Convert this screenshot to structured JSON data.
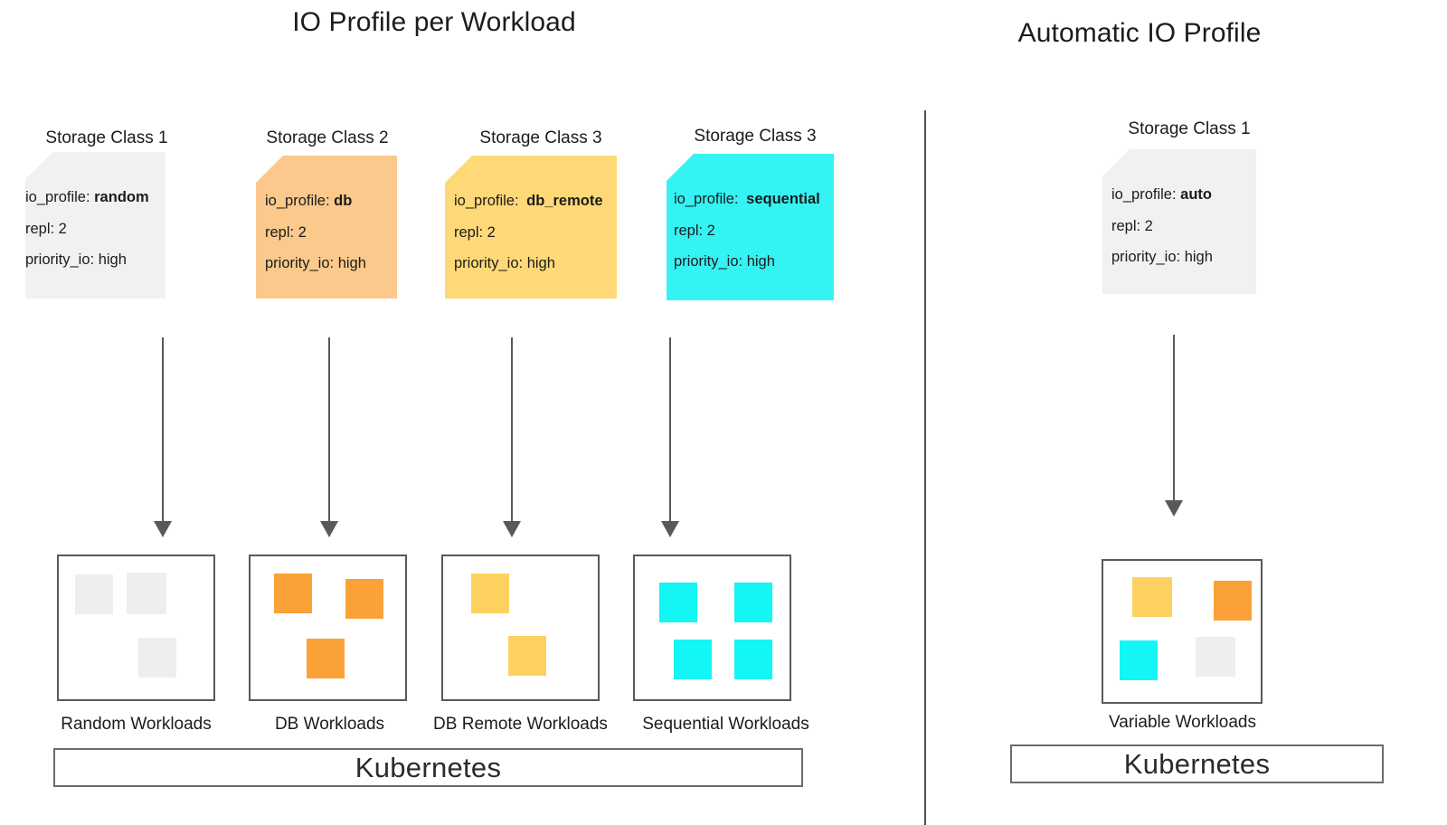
{
  "panels": {
    "left": {
      "title": "IO Profile per Workload",
      "storage_classes": [
        {
          "caption": "Storage Class 1",
          "color": "#f1f1f1",
          "io_profile_key": "io_profile:",
          "io_profile_value": "random",
          "repl": "repl: 2",
          "priority_io": "priority_io: high"
        },
        {
          "caption": "Storage Class 2",
          "color": "#fbc98c",
          "io_profile_key": "io_profile:",
          "io_profile_value": "db",
          "repl": "repl: 2",
          "priority_io": "priority_io: high"
        },
        {
          "caption": "Storage Class 3",
          "color": "#ffd977",
          "io_profile_key": "io_profile:",
          "io_profile_value": "db_remote",
          "repl": "repl: 2",
          "priority_io": "priority_io: high"
        },
        {
          "caption": "Storage Class 3",
          "color": "#35f3f3",
          "io_profile_key": "io_profile:",
          "io_profile_value": "sequential",
          "repl": "repl: 2",
          "priority_io": "priority_io: high"
        }
      ],
      "workloads": [
        {
          "label": "Random Workloads",
          "squares": [
            "#eeeeee",
            "#eeeeee",
            "#eeeeee"
          ]
        },
        {
          "label": "DB Workloads",
          "squares": [
            "#faa237",
            "#faa237",
            "#faa237"
          ]
        },
        {
          "label": "DB Remote Workloads",
          "squares": [
            "#fcd15f",
            "#fcd15f"
          ]
        },
        {
          "label": "Sequential Workloads",
          "squares": [
            "#14f5f5",
            "#14f5f5",
            "#14f5f5",
            "#14f5f5"
          ]
        }
      ],
      "platform": "Kubernetes"
    },
    "right": {
      "title": "Automatic IO Profile",
      "storage_classes": [
        {
          "caption": "Storage Class 1",
          "color": "#f1f1f1",
          "io_profile_key": "io_profile:",
          "io_profile_value": "auto",
          "repl": "repl: 2",
          "priority_io": "priority_io: high"
        }
      ],
      "workloads": [
        {
          "label": "Variable Workloads",
          "squares": [
            "#fcd15f",
            "#faa237",
            "#14f5f5",
            "#eeeeee"
          ]
        }
      ],
      "platform": "Kubernetes"
    }
  },
  "colors": {
    "gray": "#f1f1f1",
    "orange": "#faa237",
    "orange_light": "#fbc98c",
    "yellow": "#fcd15f",
    "yellow_light": "#ffd977",
    "cyan": "#14f5f5",
    "cyan_light": "#35f3f3",
    "stroke": "#595959",
    "divider": "#4d4d4d"
  }
}
